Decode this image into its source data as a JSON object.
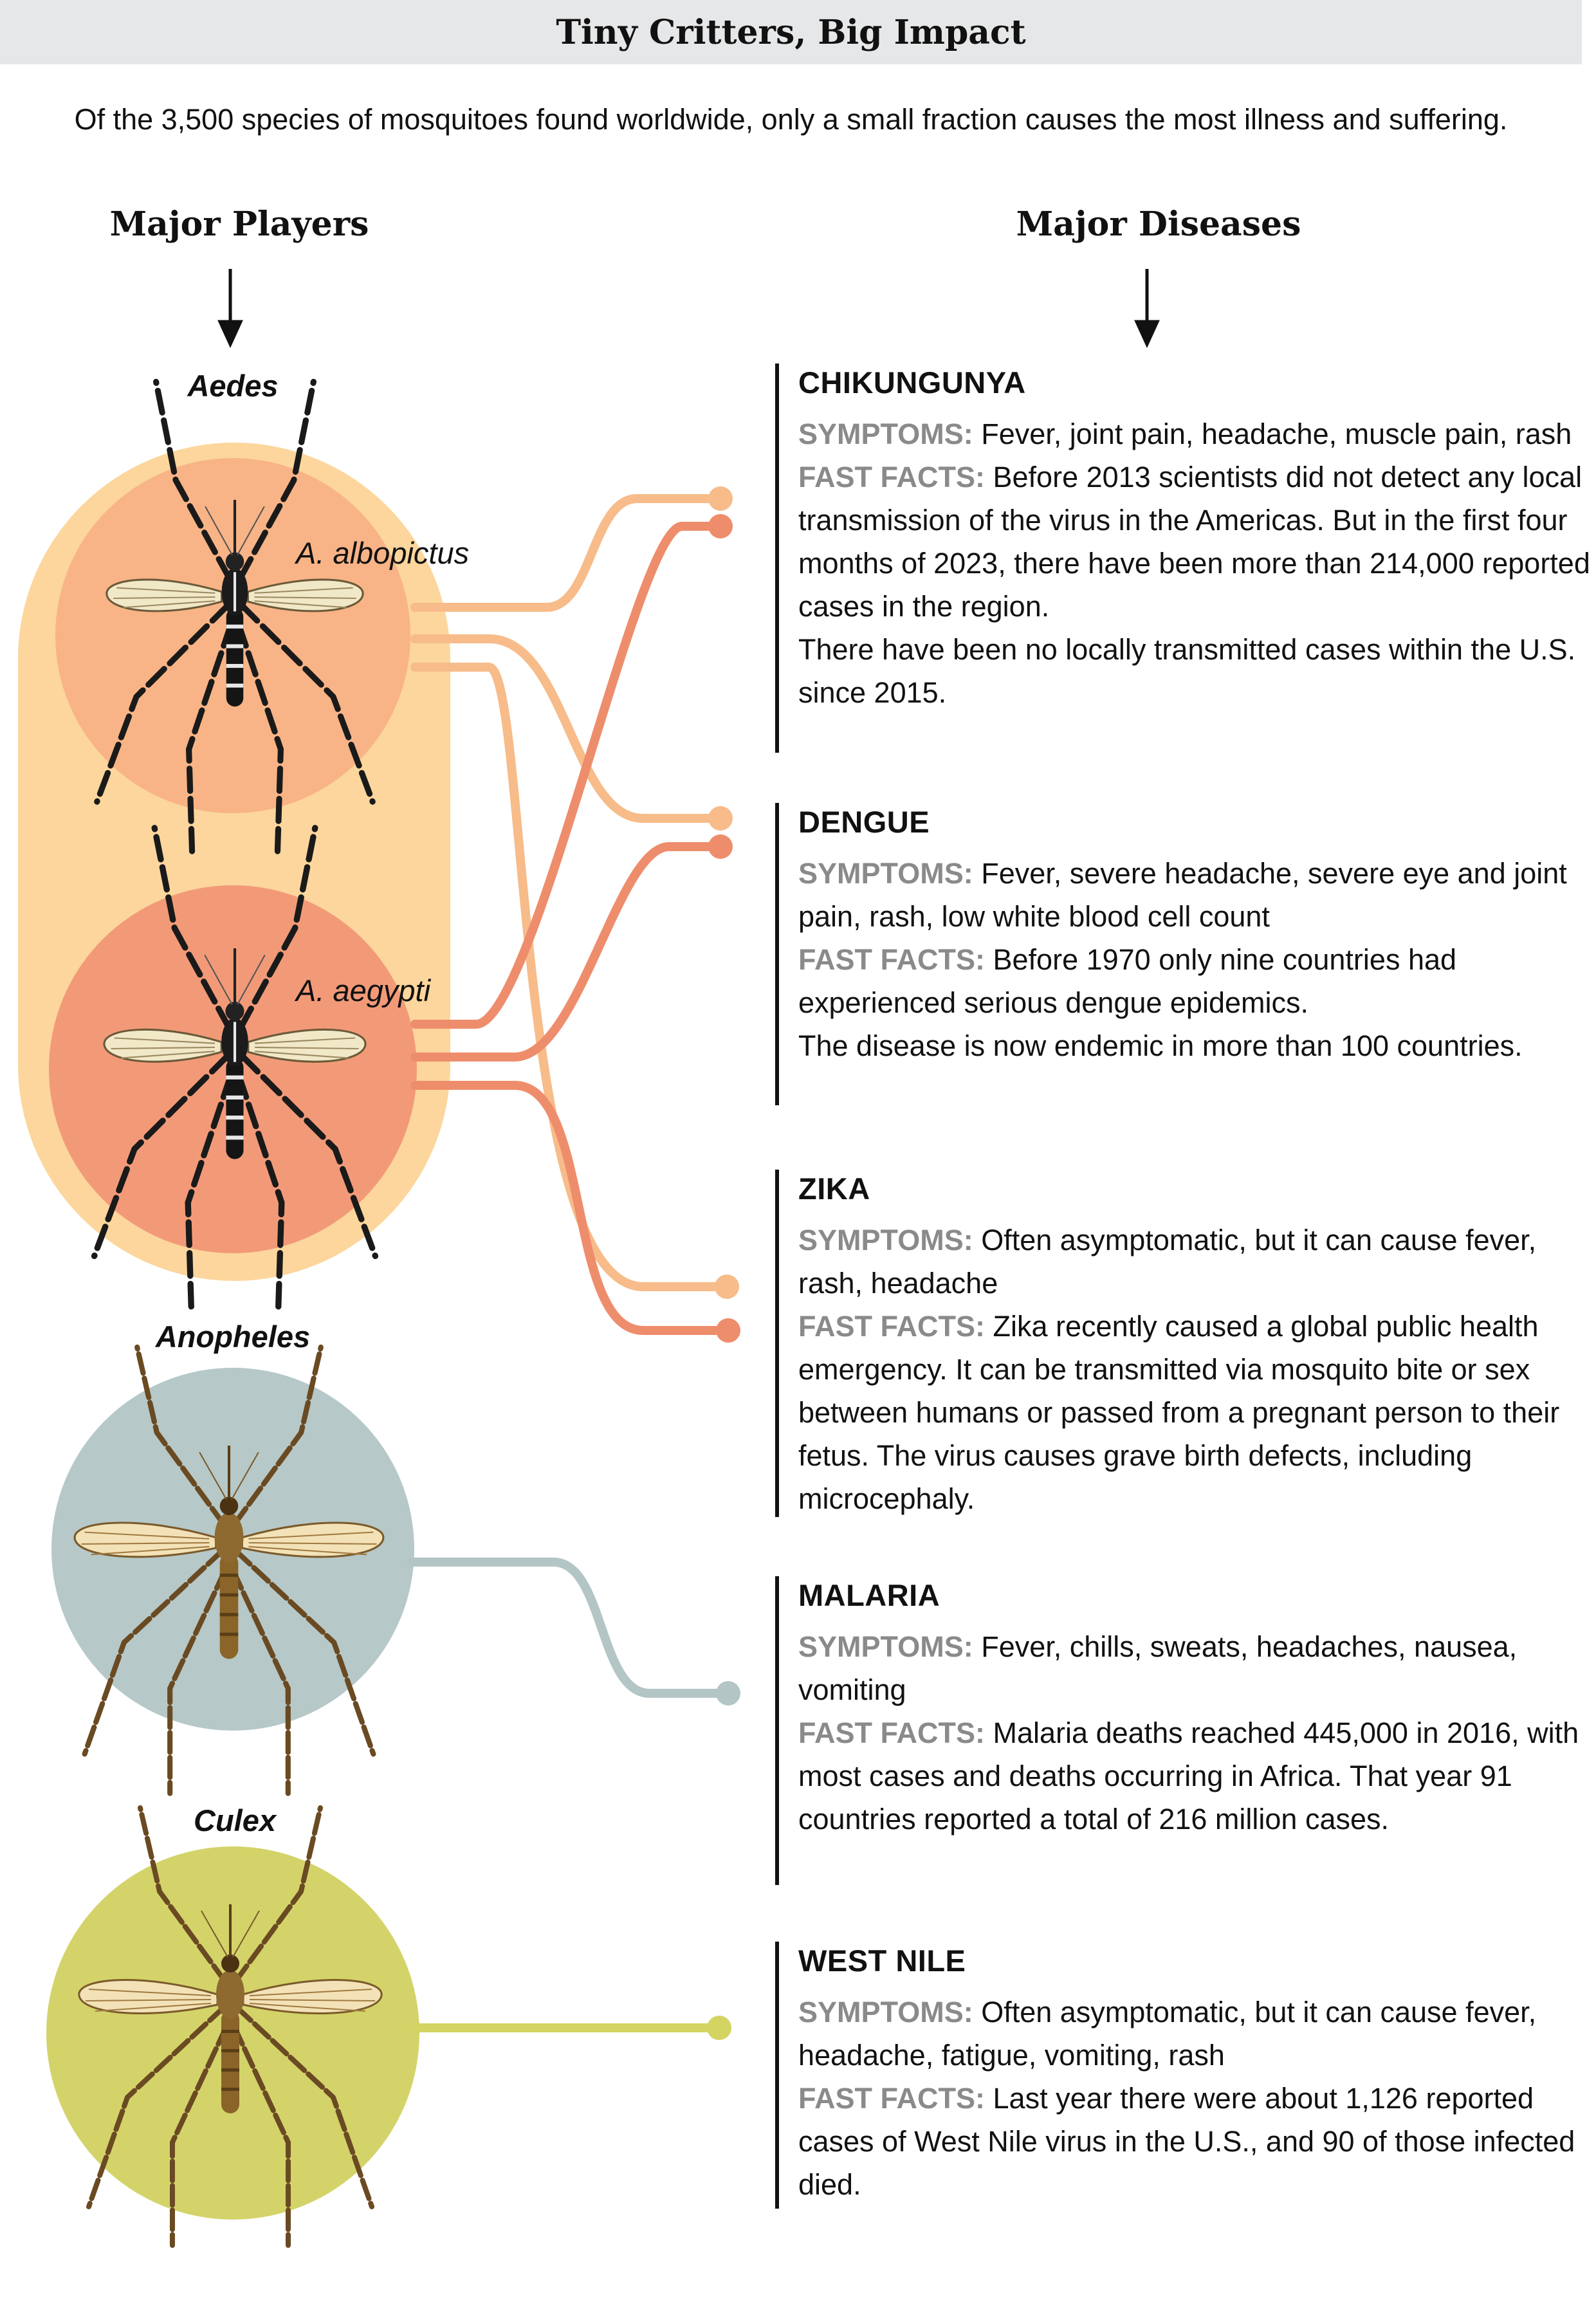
{
  "title": "Tiny Critters, Big Impact",
  "subtitle": "Of the 3,500 species of mosquitoes found worldwide, only a small fraction causes the most illness and suffering.",
  "columns": {
    "players": "Major Players",
    "diseases": "Major Diseases"
  },
  "mosquitoes": {
    "aedes": "Aedes",
    "albopictus": "A. albopictus",
    "aegypti": "A. aegypti",
    "anopheles": "Anopheles",
    "culex": "Culex"
  },
  "labels": {
    "symptoms": "SYMPTOMS:",
    "fast_facts": "FAST FACTS:"
  },
  "diseases": [
    {
      "name": "CHIKUNGUNYA",
      "symptoms": "Fever, joint pain, headache, muscle pain, rash",
      "facts": "Before 2013 scientists did not detect any local transmission of the virus in the Americas. But in the first four months of 2023, there have been more than 214,000 reported cases in the region.",
      "facts_extra": "There have been no locally transmitted cases within the U.S. since 2015."
    },
    {
      "name": "DENGUE",
      "symptoms": "Fever, severe headache, severe eye and joint pain, rash, low white blood cell count",
      "facts": "Before 1970 only nine countries had experienced serious dengue epidemics.",
      "facts_extra": "The disease is now endemic in more than 100 countries."
    },
    {
      "name": "ZIKA",
      "symptoms": "Often asymptomatic, but it can cause fever, rash, headache",
      "facts": "Zika recently caused a global public health emergency. It can be transmitted via mosquito bite or sex between humans or passed from a pregnant person to their fetus. The virus causes grave birth defects, including microcephaly.",
      "facts_extra": ""
    },
    {
      "name": "MALARIA",
      "symptoms": "Fever, chills, sweats, headaches, nausea, vomiting",
      "facts": "Malaria deaths reached 445,000 in 2016, with most cases and deaths occurring in Africa. That year 91 countries reported a total of 216 million cases.",
      "facts_extra": ""
    },
    {
      "name": "WEST NILE",
      "symptoms": "Often asymptomatic, but it can cause fever, headache, fatigue, vomiting, rash",
      "facts": "Last year there were about 1,126 reported cases of West Nile virus in the U.S., and 90 of those infected died.",
      "facts_extra": ""
    }
  ],
  "colors": {
    "aedes_group": "#fcd69c",
    "albopictus": "#f8b486",
    "aegypti": "#f29a78",
    "anopheles": "#b6c8c8",
    "culex": "#d3d36a",
    "albopictus_line": "#f7bc8a",
    "aegypti_line": "#ee8d6c",
    "anopheles_line": "#b3c5c5",
    "culex_line": "#d4d462"
  }
}
